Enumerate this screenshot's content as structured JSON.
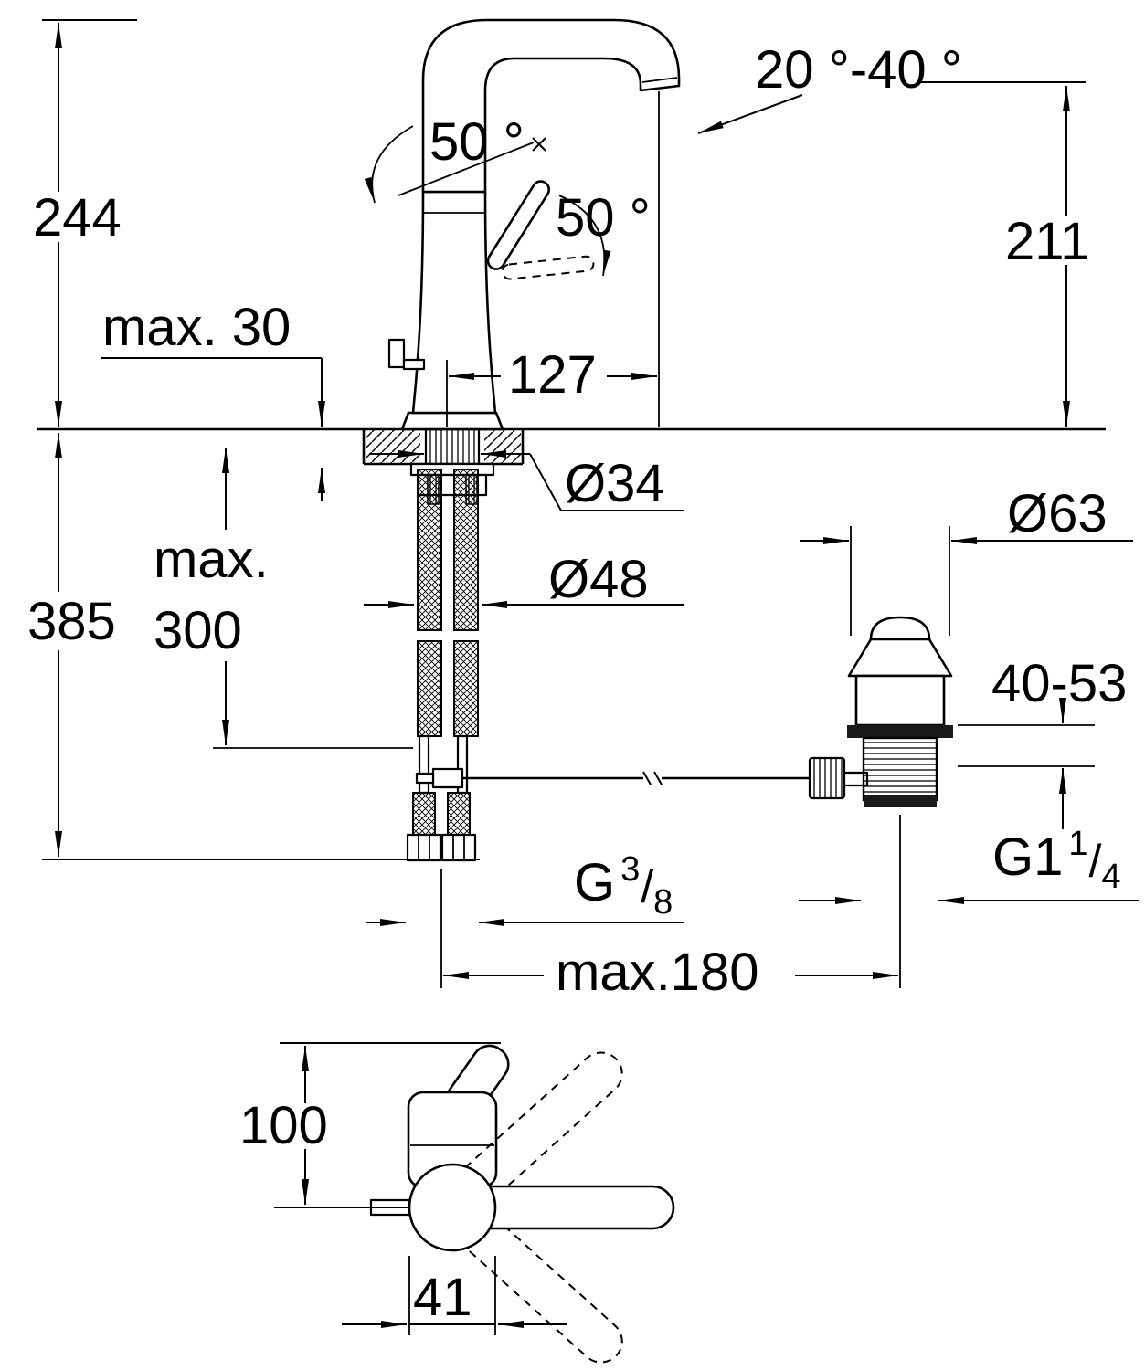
{
  "dims": {
    "height_above_deck": "244",
    "spout_angle_range": "20 °-40 °",
    "swivel_angle": "50 °",
    "lever_angle": "50 °",
    "max_deck_thickness": "max. 30",
    "spout_reach": "127",
    "spout_outlet_height": "211",
    "shank_diameter": "Ø34",
    "hole_diameter": "Ø48",
    "waste_flange_diameter": "Ø63",
    "overall_height_below": "385",
    "hose_max_word": "max.",
    "hose_max_value": "300",
    "waste_clamping_range": "40-53",
    "rod_max_reach": "max.180",
    "plan_depth": "100",
    "plan_body_width": "41"
  },
  "threads": {
    "supply_base": "G",
    "supply_numerator": "3",
    "supply_slash": "/",
    "supply_denominator": "8",
    "waste_base": "G1",
    "waste_numerator": "1",
    "waste_slash": "/",
    "waste_denominator": "4"
  }
}
